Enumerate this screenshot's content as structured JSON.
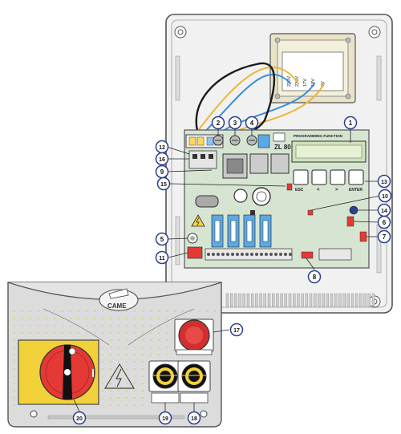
{
  "brand": {
    "cover_logo": "CAME",
    "board_model": "ZL 80",
    "board_display_title": "PROGRAMMING FUNCTION"
  },
  "board_buttons": {
    "esc": "ESC",
    "minus": "<",
    "plus": ">",
    "enter": "ENTER"
  },
  "transformer_taps": [
    "230V",
    "230V",
    "17V",
    "19V",
    "0V"
  ],
  "callouts": [
    "1",
    "2",
    "3",
    "4",
    "5",
    "6",
    "7",
    "8",
    "9",
    "10",
    "11",
    "12",
    "13",
    "14",
    "15",
    "16",
    "17",
    "18",
    "19",
    "20"
  ],
  "colors": {
    "wire_blue": "#3a8fd8",
    "wire_yellow": "#e8b83a",
    "wire_black": "#1a1a1a",
    "board_green": "#d6e4d2",
    "display_green": "#cfe3b8",
    "callout_blue": "#2a3f8f",
    "selector_red": "#e53935",
    "selector_yellow": "#f2d23a",
    "mushroom_red": "#d32f2f",
    "fuse_blue": "#5aa9e6"
  }
}
